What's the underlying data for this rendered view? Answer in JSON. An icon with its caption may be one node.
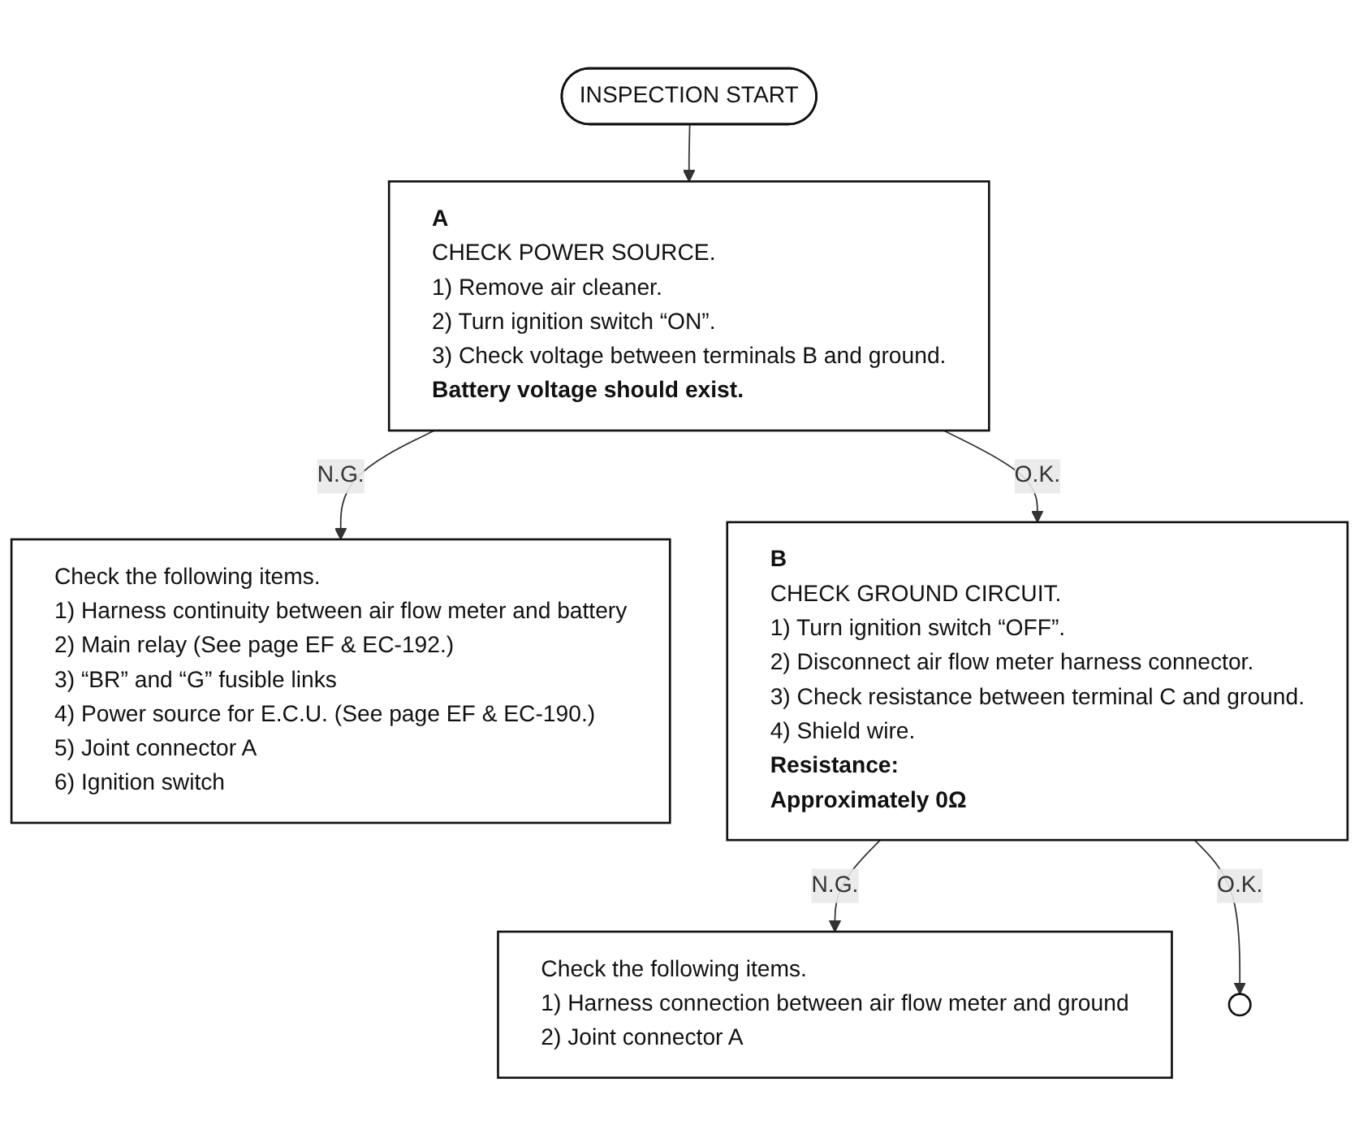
{
  "diagram": {
    "nodes": [
      {
        "text": [
          "INSPECTION START"
        ]
      },
      {
        "text": [
          "A",
          "CHECK POWER SOURCE.",
          "1) Remove air cleaner.",
          "2) Turn ignition switch “ON”.",
          "3) Check voltage between terminals B and ground.",
          "Battery voltage should exist."
        ]
      },
      {
        "text": [
          "Check the following items.",
          "1) Harness continuity between air flow meter and battery",
          "2) Main relay (See page EF & EC-192.)",
          "3) “BR” and “G” fusible links",
          "4) Power source for E.C.U. (See page EF & EC-190.)",
          "5) Joint connector A",
          "6) Ignition switch"
        ]
      },
      {
        "text": [
          "B",
          "CHECK GROUND CIRCUIT.",
          "1) Turn ignition switch “OFF”.",
          "2) Disconnect air flow meter harness connector.",
          "3) Check resistance between terminal C and ground.",
          "4) Shield wire.",
          "Resistance:",
          "Approximately 0Ω"
        ]
      },
      {
        "text": [
          "Check the following items.",
          "1) Harness connection between air flow meter and ground",
          "2) Joint connector A"
        ]
      },
      {
        "text": [],
        "shape": "circle"
      }
    ],
    "edges": [
      {
        "from": 0,
        "to": 1,
        "arrow": "to"
      },
      {
        "from": 1,
        "to": 2,
        "arrow": "to",
        "label": "N.G."
      },
      {
        "from": 1,
        "to": 3,
        "arrow": "to",
        "label": "O.K."
      },
      {
        "from": 3,
        "to": 4,
        "arrow": "to",
        "label": "N.G."
      },
      {
        "from": 3,
        "to": 5,
        "arrow": "to",
        "label": "O.K."
      }
    ]
  }
}
